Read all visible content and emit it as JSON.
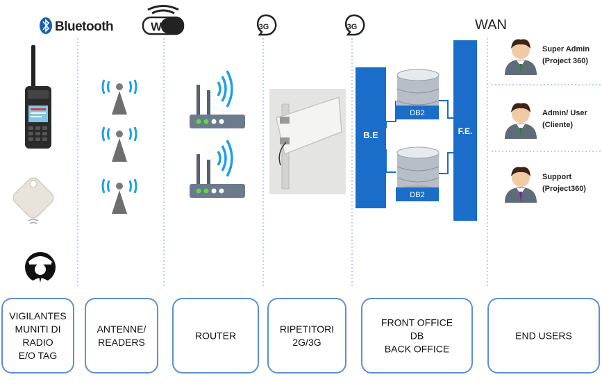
{
  "top_labels": {
    "bluetooth": "Bluetooth",
    "wifi": "WiFi",
    "threeg_1": "3G",
    "threeg_2": "3G",
    "wan": "WAN"
  },
  "backend": {
    "be_label": "B.E",
    "fe_label": "F.E.",
    "db_top": "DB2",
    "db_bottom": "DB2"
  },
  "users": [
    {
      "line1": "Super Admin",
      "line2": "(Project 360)",
      "tie_color": "#2e7d32"
    },
    {
      "line1": "Admin/ User",
      "line2": "(Cliente)",
      "tie_color": "#2e7d32"
    },
    {
      "line1": "Support",
      "line2": "(Project360)",
      "tie_color": "#7b1fa2"
    }
  ],
  "bottom_boxes": [
    {
      "lines": [
        "VIGILANTES",
        "MUNITI DI",
        "RADIO",
        "E/O TAG"
      ]
    },
    {
      "lines": [
        "ANTENNE/",
        "READERS"
      ]
    },
    {
      "lines": [
        "ROUTER"
      ]
    },
    {
      "lines": [
        "RIPETITORI",
        "2G/3G"
      ]
    },
    {
      "lines": [
        "FRONT OFFICE",
        "DB",
        "BACK OFFICE"
      ]
    },
    {
      "lines": [
        "END USERS"
      ]
    }
  ],
  "colors": {
    "accent_blue": "#1a6dc8",
    "box_border": "#5b8fd6",
    "dotted_line": "#9fc3e6",
    "wifi_wave": "#1ea0e6",
    "router_body": "#6b7a8c",
    "led_green": "#5ad84a"
  },
  "icons": [
    "bluetooth-icon",
    "wifi-icon",
    "3g-icon",
    "radio-device-icon",
    "tag-icon",
    "guard-icon",
    "antenna-icon",
    "router-icon",
    "repeater-antenna-icon",
    "database-icon",
    "user-avatar-icon"
  ]
}
